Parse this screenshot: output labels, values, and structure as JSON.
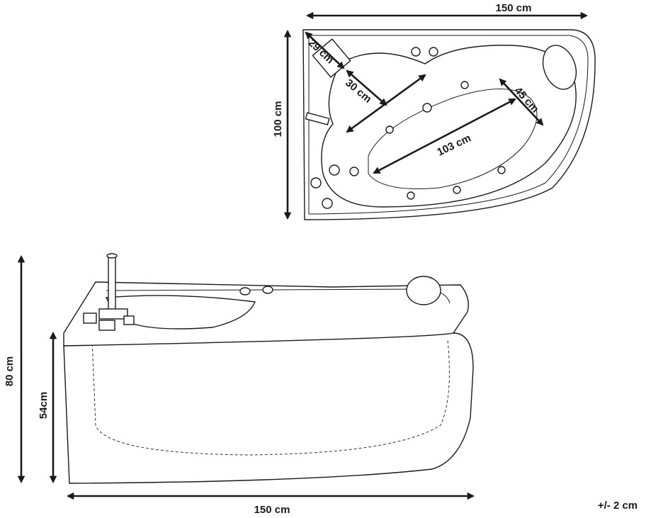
{
  "top_view": {
    "width_label": "150 cm",
    "depth_label": "100 cm",
    "corner_label": "29 cm",
    "seat_label": "30 cm",
    "length_label": "103 cm",
    "inner_width_label": "45 cm"
  },
  "side_view": {
    "height_label": "80 cm",
    "inner_height_label": "54cm",
    "width_label": "150 cm"
  },
  "tolerance_label": "+/- 2 cm"
}
